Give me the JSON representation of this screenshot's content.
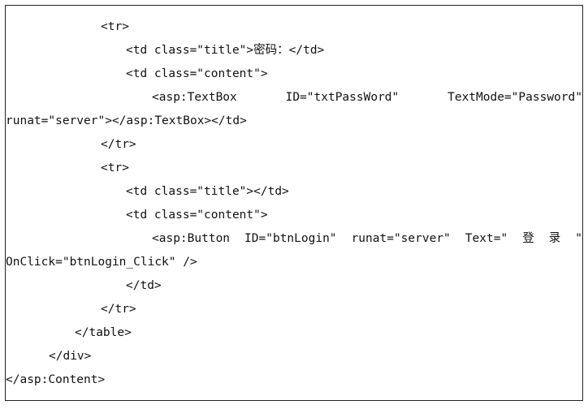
{
  "code": {
    "lines": [
      "<tr>",
      "<td class=\"title\">密码：</td>",
      "<td class=\"content\">",
      [
        "<asp:TextBox",
        "ID=\"txtPassWord\"",
        "TextMode=\"Password\""
      ],
      "runat=\"server\"></asp:TextBox></td>",
      "</tr>",
      "<tr>",
      "<td class=\"title\"></td>",
      "<td class=\"content\">",
      [
        "<asp:Button",
        "ID=\"btnLogin\"",
        "runat=\"server\"",
        "Text=\"",
        "登",
        "录",
        "\""
      ],
      "OnClick=\"btnLogin_Click\" />",
      "</td>",
      "</tr>",
      "</table>",
      "</div>",
      "</asp:Content>"
    ]
  }
}
